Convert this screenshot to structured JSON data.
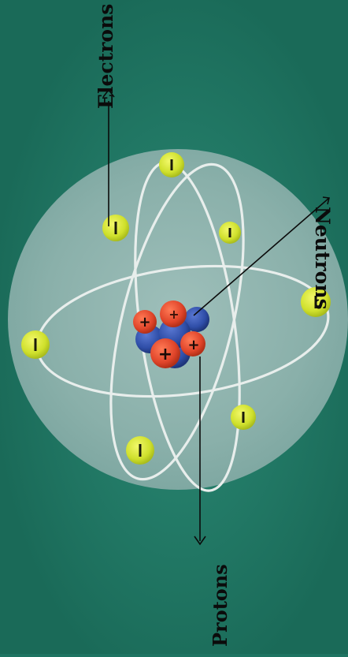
{
  "labels": {
    "electrons": "Electrons",
    "neutrons": "Neutrons",
    "protons": "Protons"
  },
  "symbols": {
    "electron": "−",
    "proton": "+"
  },
  "colors": {
    "background": "#1e7462",
    "atom_sphere": "#8fb3ad",
    "orbit": "#f2f2f2",
    "electron": "#d6e63a",
    "proton": "#e14a2c",
    "neutron": "#2f4fa8",
    "text": "#0b0b0b"
  }
}
